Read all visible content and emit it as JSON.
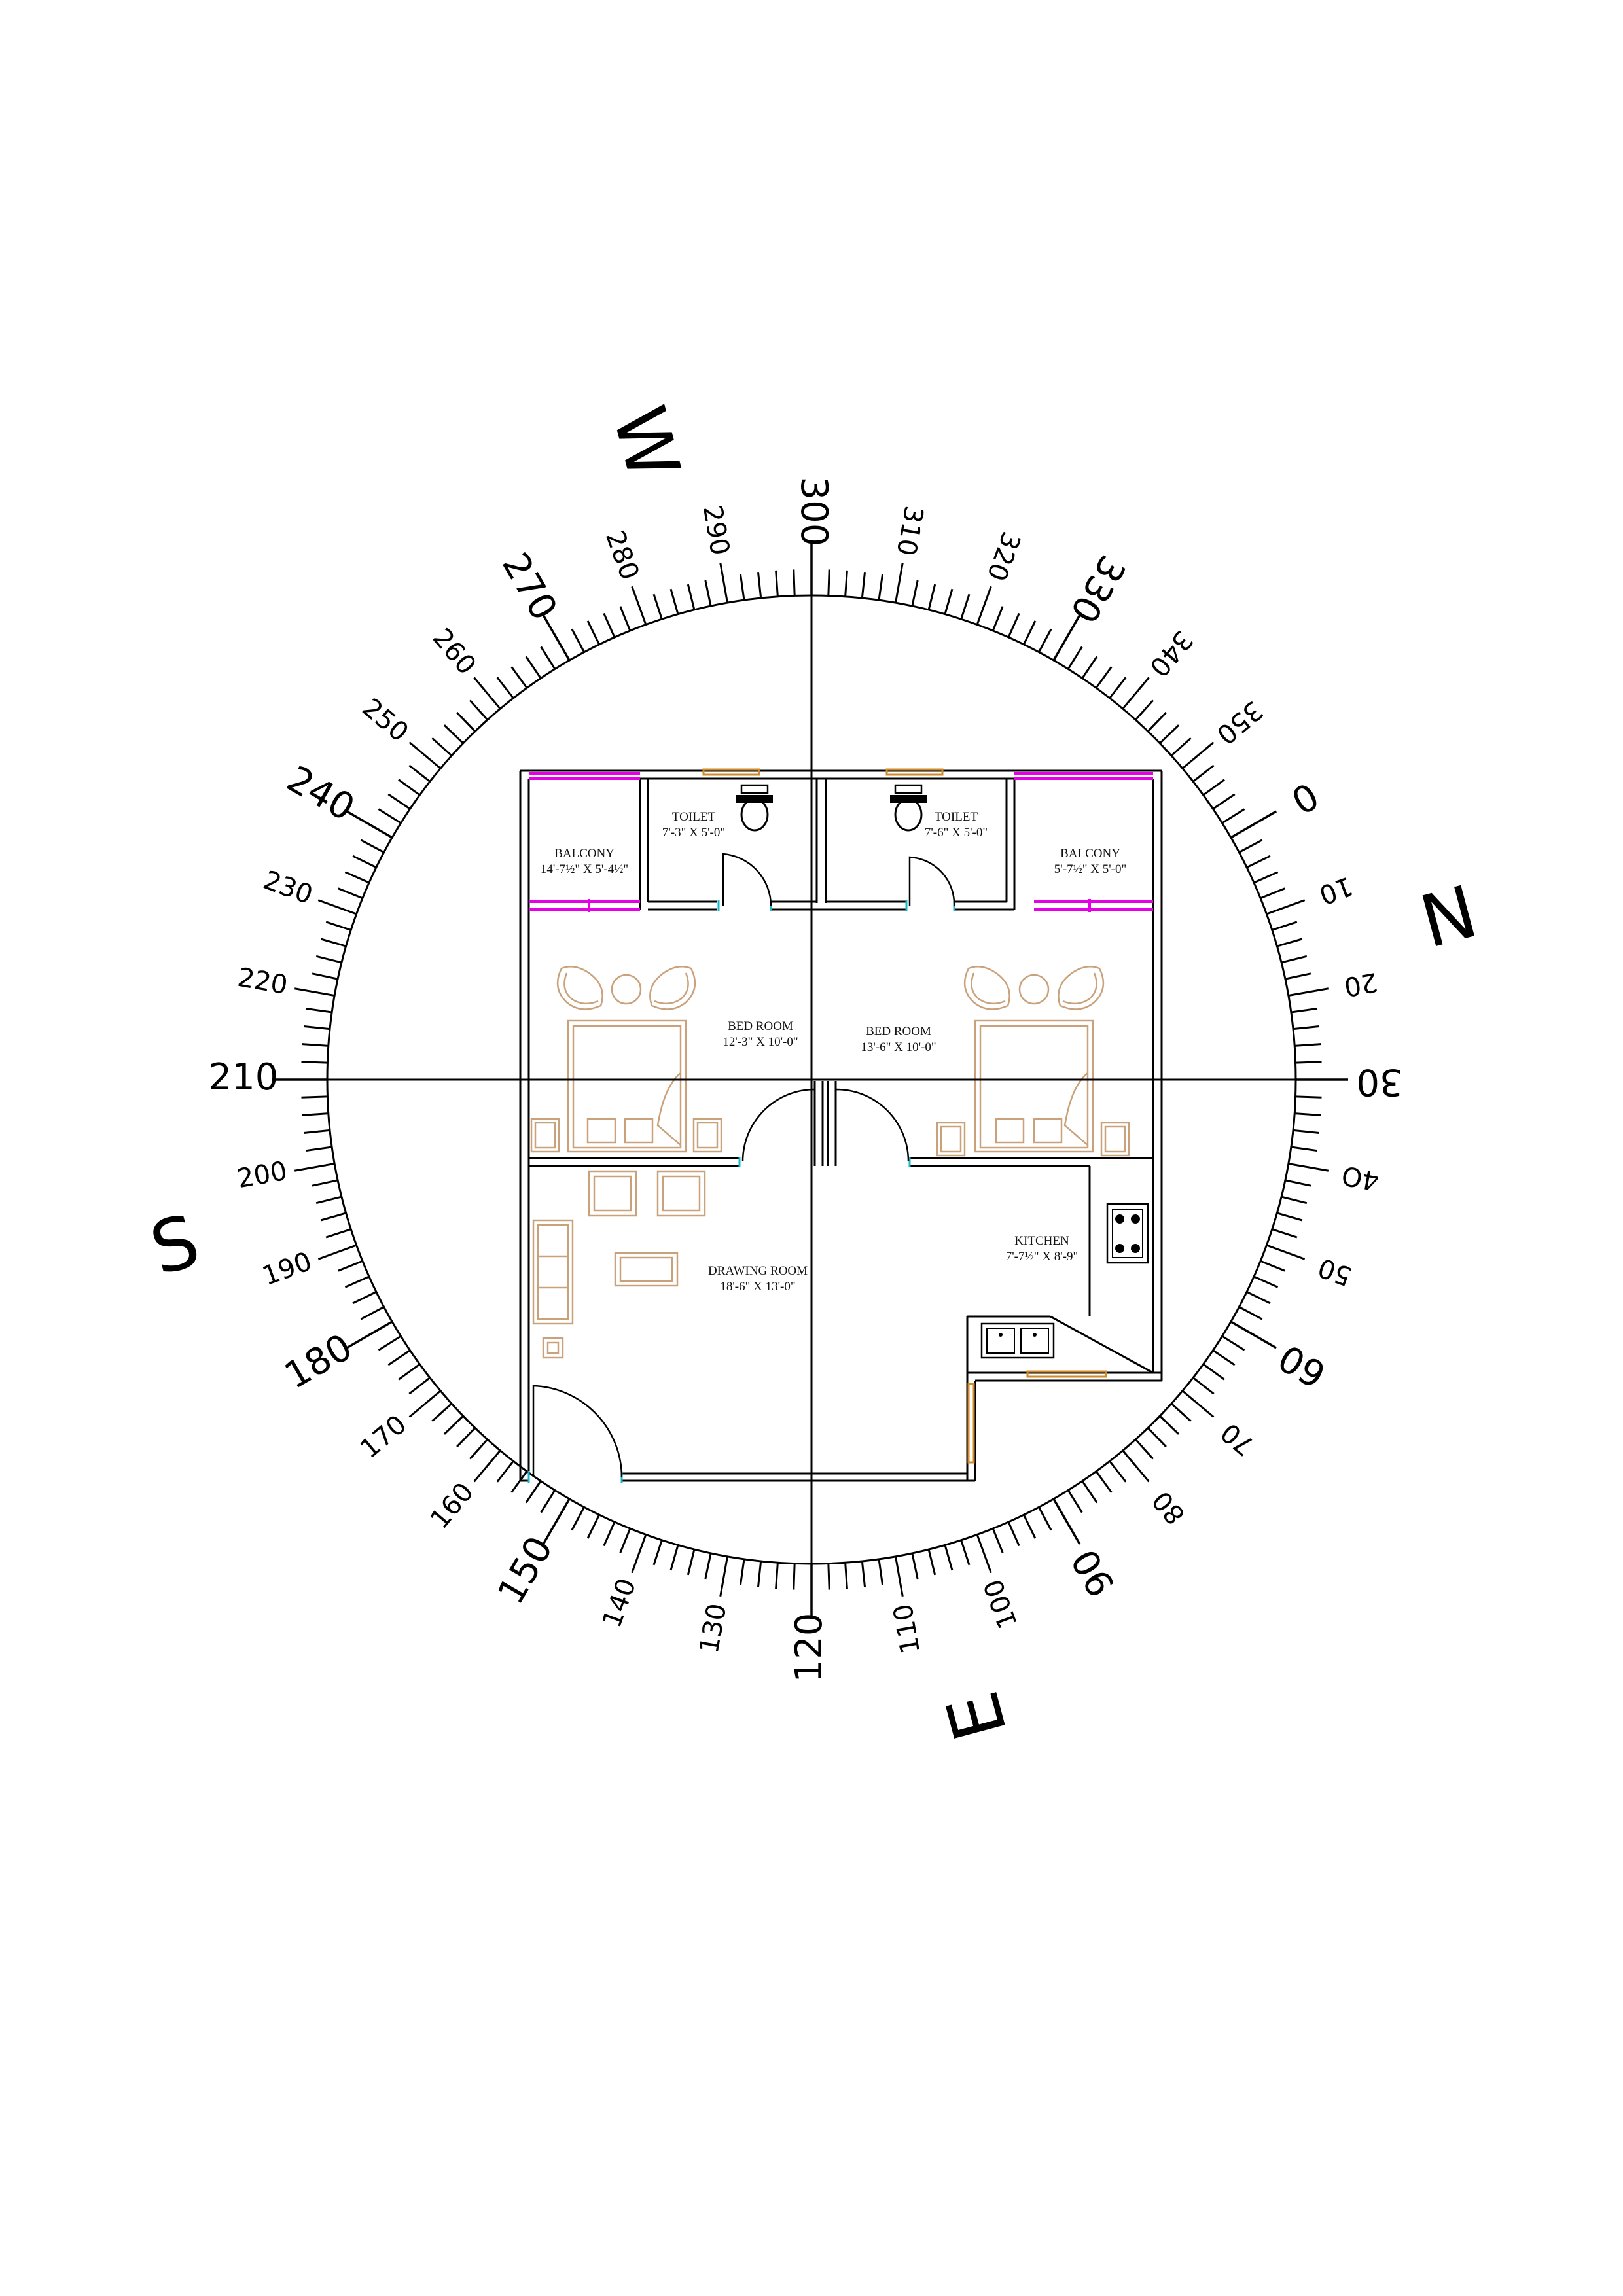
{
  "compass": {
    "directions": [
      {
        "id": "north",
        "label": "N",
        "deg": 15
      },
      {
        "id": "east",
        "label": "E",
        "deg": 105
      },
      {
        "id": "south",
        "label": "S",
        "deg": 195
      },
      {
        "id": "west",
        "label": "W",
        "deg": 285
      }
    ],
    "major_labels": [
      "0",
      "10",
      "20",
      "30",
      "4O",
      "50",
      "60",
      "70",
      "80",
      "90",
      "100",
      "110",
      "120",
      "130",
      "140",
      "150",
      "160",
      "170",
      "180",
      "190",
      "200",
      "210",
      "220",
      "230",
      "240",
      "250",
      "260",
      "270",
      "280",
      "290",
      "300",
      "310",
      "320",
      "330",
      "340",
      "350"
    ]
  },
  "rooms": {
    "balcony_left": {
      "name": "BALCONY",
      "size": "14'-7½\" X 5'-4½\""
    },
    "toilet_left": {
      "name": "TOILET",
      "size": "7'-3\" X 5'-0\""
    },
    "toilet_right": {
      "name": "TOILET",
      "size": "7'-6\" X 5'-0\""
    },
    "balcony_right": {
      "name": "BALCONY",
      "size": "5'-7½\" X 5'-0\""
    },
    "bedroom_left": {
      "name": "BED ROOM",
      "size": "12'-3\" X 10'-0\""
    },
    "bedroom_right": {
      "name": "BED ROOM",
      "size": "13'-6\" X 10'-0\""
    },
    "kitchen": {
      "name": "KITCHEN",
      "size": "7'-7½\" X 8'-9\""
    },
    "drawing_room": {
      "name": "DRAWING ROOM",
      "size": "18'-6\" X 13'-0\""
    }
  },
  "colors": {
    "glass": "#e600e6",
    "window": "#d08a2a",
    "furniture": "#c9a27c",
    "door_jamb": "#19b8c8"
  }
}
